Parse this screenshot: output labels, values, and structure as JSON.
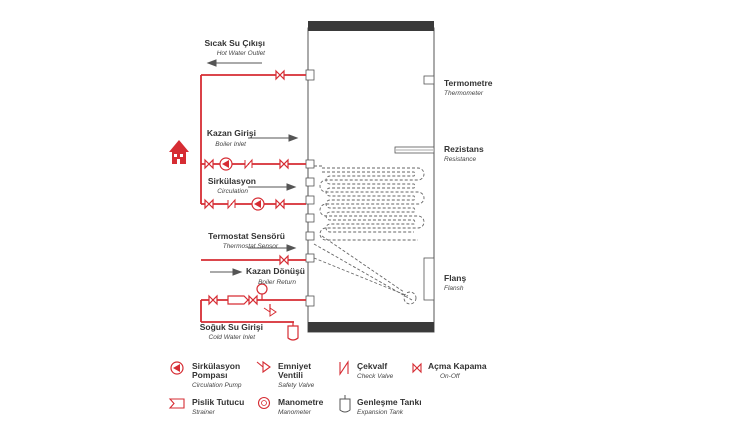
{
  "colors": {
    "pipe": "#d62c33",
    "line": "#555555",
    "tank_cap": "#3a3a3a",
    "house": "#d62c33",
    "text": "#333333"
  },
  "labels": {
    "hot_outlet": {
      "tr": "Sıcak Su Çıkışı",
      "en": "Hot Water Outlet"
    },
    "boiler_inlet": {
      "tr": "Kazan Girişi",
      "en": "Boiler Inlet"
    },
    "circulation": {
      "tr": "Sirkülasyon",
      "en": "Circulation"
    },
    "thermostat": {
      "tr": "Termostat Sensörü",
      "en": "Thermostat Sensor"
    },
    "boiler_return": {
      "tr": "Kazan Dönüşü",
      "en": "Boiler Return"
    },
    "cold_inlet": {
      "tr": "Soğuk Su Girişi",
      "en": "Cold Water Inlet"
    },
    "thermometer": {
      "tr": "Termometre",
      "en": "Thermometer"
    },
    "resistance": {
      "tr": "Rezistans",
      "en": "Resistance"
    },
    "flange": {
      "tr": "Flanş",
      "en": "Flansh"
    }
  },
  "legend": [
    {
      "icon": "circulation-pump-icon",
      "tr1": "Sirkülasyon",
      "tr2": "Pompası",
      "en": "Circulation Pump"
    },
    {
      "icon": "safety-valve-icon",
      "tr1": "Emniyet",
      "tr2": "Ventili",
      "en": "Safety Valve"
    },
    {
      "icon": "check-valve-icon",
      "tr1": "Çekvalf",
      "tr2": "",
      "en": "Check Valve"
    },
    {
      "icon": "on-off-valve-icon",
      "tr1": "Açma Kapama",
      "tr2": "",
      "en": "On-Off"
    },
    {
      "icon": "strainer-icon",
      "tr1": "Pislik Tutucu",
      "tr2": "",
      "en": "Strainer"
    },
    {
      "icon": "manometer-icon",
      "tr1": "Manometre",
      "tr2": "",
      "en": "Manometer"
    },
    {
      "icon": "expansion-tank-icon",
      "tr1": "Genleşme Tankı",
      "tr2": "",
      "en": "Expansion Tank"
    }
  ]
}
